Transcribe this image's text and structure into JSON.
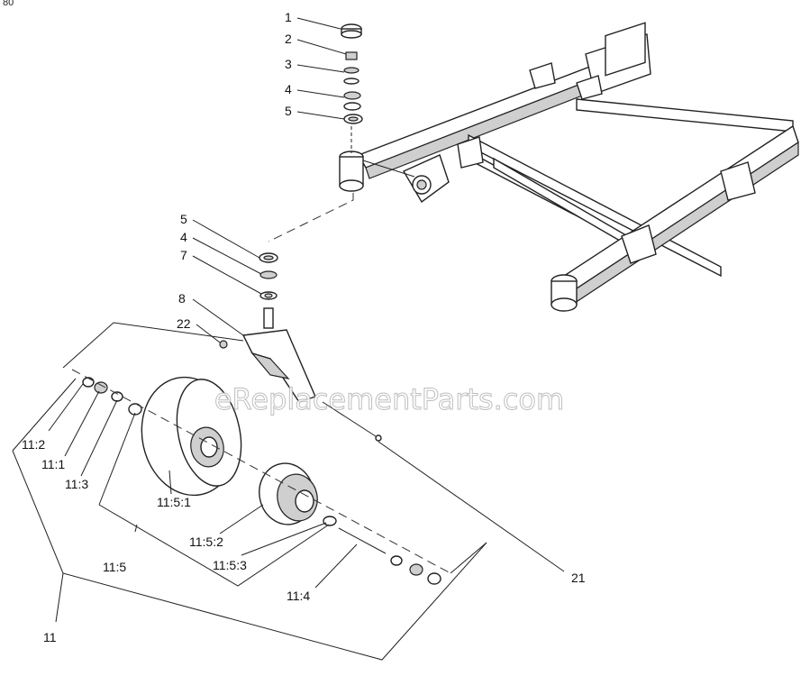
{
  "corner_label": "80",
  "watermark": "eReplacementParts.com",
  "callouts": [
    {
      "id": "1",
      "text": "1"
    },
    {
      "id": "2",
      "text": "2"
    },
    {
      "id": "3",
      "text": "3"
    },
    {
      "id": "4a",
      "text": "4"
    },
    {
      "id": "5a",
      "text": "5"
    },
    {
      "id": "5b",
      "text": "5"
    },
    {
      "id": "4b",
      "text": "4"
    },
    {
      "id": "7",
      "text": "7"
    },
    {
      "id": "8",
      "text": "8"
    },
    {
      "id": "22",
      "text": "22"
    },
    {
      "id": "11-2",
      "text": "11:2"
    },
    {
      "id": "11-1",
      "text": "11:1"
    },
    {
      "id": "11-3",
      "text": "11:3"
    },
    {
      "id": "11-5-1",
      "text": "11:5:1"
    },
    {
      "id": "11-5-2",
      "text": "11:5:2"
    },
    {
      "id": "11-5-3",
      "text": "11:5:3"
    },
    {
      "id": "11-5",
      "text": "11:5"
    },
    {
      "id": "11-4",
      "text": "11:4"
    },
    {
      "id": "11",
      "text": "11"
    },
    {
      "id": "21",
      "text": "21"
    }
  ]
}
